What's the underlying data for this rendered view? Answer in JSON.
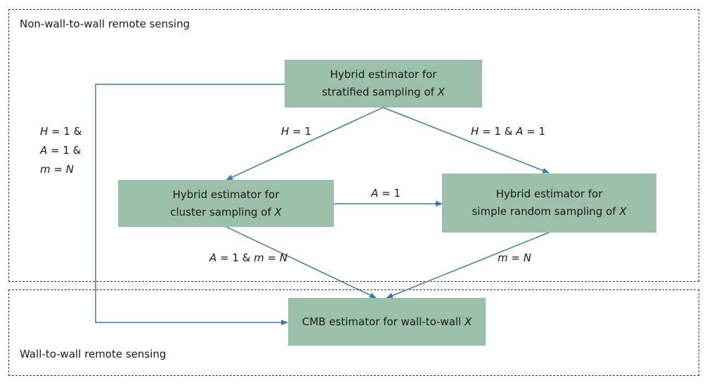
{
  "regions": {
    "non_wall": "Non-wall-to-wall remote sensing",
    "wall": "Wall-to-wall remote sensing"
  },
  "boxes": {
    "stratified": {
      "line1": "Hybrid estimator for",
      "line2_pre": "stratified sampling of ",
      "var": "X"
    },
    "cluster": {
      "line1": "Hybrid estimator for",
      "line2_pre": "cluster sampling of ",
      "var": "X"
    },
    "srs": {
      "line1": "Hybrid estimator for",
      "line2_pre": "simple random sampling of ",
      "var": "X"
    },
    "cmb": {
      "line1_pre": "CMB estimator for wall-to-wall ",
      "var": "X"
    }
  },
  "edge_labels": {
    "left": {
      "l1v": "H",
      "l1r": " = 1 &",
      "l2v": "A",
      "l2r": " = 1 &",
      "l3v": "m",
      "l3m": " = ",
      "l3v2": "N"
    },
    "strat_cluster": {
      "v": "H",
      "r": " = 1"
    },
    "strat_srs": {
      "v1": "H",
      "m": " = 1 & ",
      "v2": "A",
      "r": " = 1"
    },
    "cluster_srs": {
      "v": "A",
      "r": " = 1"
    },
    "cluster_cmb": {
      "v1": "A",
      "m": " = 1 & ",
      "v2": "m",
      "m2": " = ",
      "v3": "N"
    },
    "srs_cmb": {
      "v1": "m",
      "m": " = ",
      "v2": "N"
    }
  },
  "colors": {
    "box_fill": "#9bbfaa",
    "arrow": "#3f78a6",
    "border": "#3a3a3a"
  }
}
